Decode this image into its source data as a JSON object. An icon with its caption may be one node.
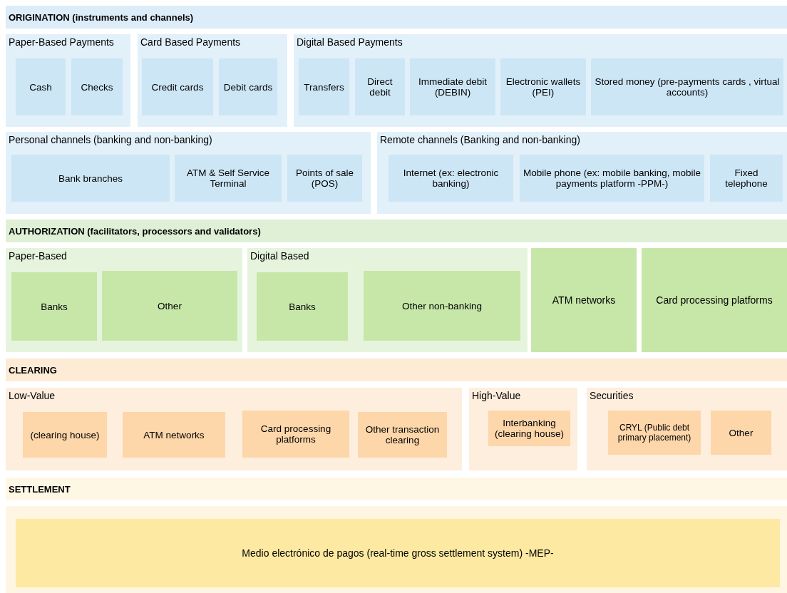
{
  "diagram": {
    "nodes": [
      {
        "text": [
          "ORIGINATION (instruments and channels)"
        ]
      },
      {
        "text": [
          "Paper-Based Payments"
        ]
      },
      {
        "text": [
          "Cash"
        ],
        "in": 1
      },
      {
        "text": [
          "Checks"
        ],
        "in": 1
      },
      {
        "text": [
          "Card Based Payments"
        ]
      },
      {
        "text": [
          "Credit cards"
        ],
        "in": 4
      },
      {
        "text": [
          "Debit cards"
        ],
        "in": 4
      },
      {
        "text": [
          "Digital Based Payments"
        ]
      },
      {
        "text": [
          "Transfers"
        ],
        "in": 7
      },
      {
        "text": [
          "Direct debit"
        ],
        "in": 7
      },
      {
        "text": [
          "Immediate debit (DEBIN)"
        ],
        "in": 7
      },
      {
        "text": [
          "Electronic wallets (PEI)"
        ],
        "in": 7
      },
      {
        "text": [
          "Stored money  (pre-payments cards , virtual accounts)"
        ],
        "in": 7
      },
      {
        "text": [
          "Personal channels (banking and non-banking)"
        ]
      },
      {
        "text": [
          "Bank branches"
        ],
        "in": 13
      },
      {
        "text": [
          "ATM & Self Service Terminal"
        ],
        "in": 13
      },
      {
        "text": [
          "Points of sale (POS)"
        ],
        "in": 13
      },
      {
        "text": [
          "Remote channels (Banking and non-banking)"
        ]
      },
      {
        "text": [
          "Internet (ex: electronic banking)"
        ],
        "in": 17
      },
      {
        "text": [
          "Mobile phone (ex: mobile banking, mobile payments platform -PPM-)"
        ],
        "in": 17
      },
      {
        "text": [
          "Fixed telephone"
        ],
        "in": 17
      },
      {
        "text": [
          "AUTHORIZATION (facilitators, processors and validators)"
        ]
      },
      {
        "text": [
          "Paper-Based"
        ]
      },
      {
        "text": [
          "Banks"
        ],
        "in": 22
      },
      {
        "text": [
          "Other"
        ],
        "in": 22
      },
      {
        "text": [
          "Digital Based"
        ]
      },
      {
        "text": [
          "Banks"
        ],
        "in": 25
      },
      {
        "text": [
          "Other non-banking"
        ],
        "in": 25
      },
      {
        "text": [
          "ATM networks"
        ]
      },
      {
        "text": [
          "Card processing platforms"
        ]
      },
      {
        "text": [
          "CLEARING"
        ]
      },
      {
        "text": [
          "Low-Value"
        ]
      },
      {
        "text": [
          "(clearing house)"
        ],
        "in": 31
      },
      {
        "text": [
          "ATM networks"
        ],
        "in": 31
      },
      {
        "text": [
          "Card processing platforms"
        ],
        "in": 31
      },
      {
        "text": [
          "Other transaction clearing"
        ],
        "in": 31
      },
      {
        "text": [
          "High-Value"
        ]
      },
      {
        "text": [
          "Interbanking (clearing house)"
        ],
        "in": 36
      },
      {
        "text": [
          "Securities"
        ]
      },
      {
        "text": [
          "CRYL (Public debt primary placement)"
        ],
        "in": 38
      },
      {
        "text": [
          "Other"
        ],
        "in": 38
      },
      {
        "text": [
          "SETTLEMENT"
        ]
      },
      {
        "text": [
          "Medio electrónico de pagos (real-time gross settlement system) -MEP-"
        ]
      }
    ]
  }
}
